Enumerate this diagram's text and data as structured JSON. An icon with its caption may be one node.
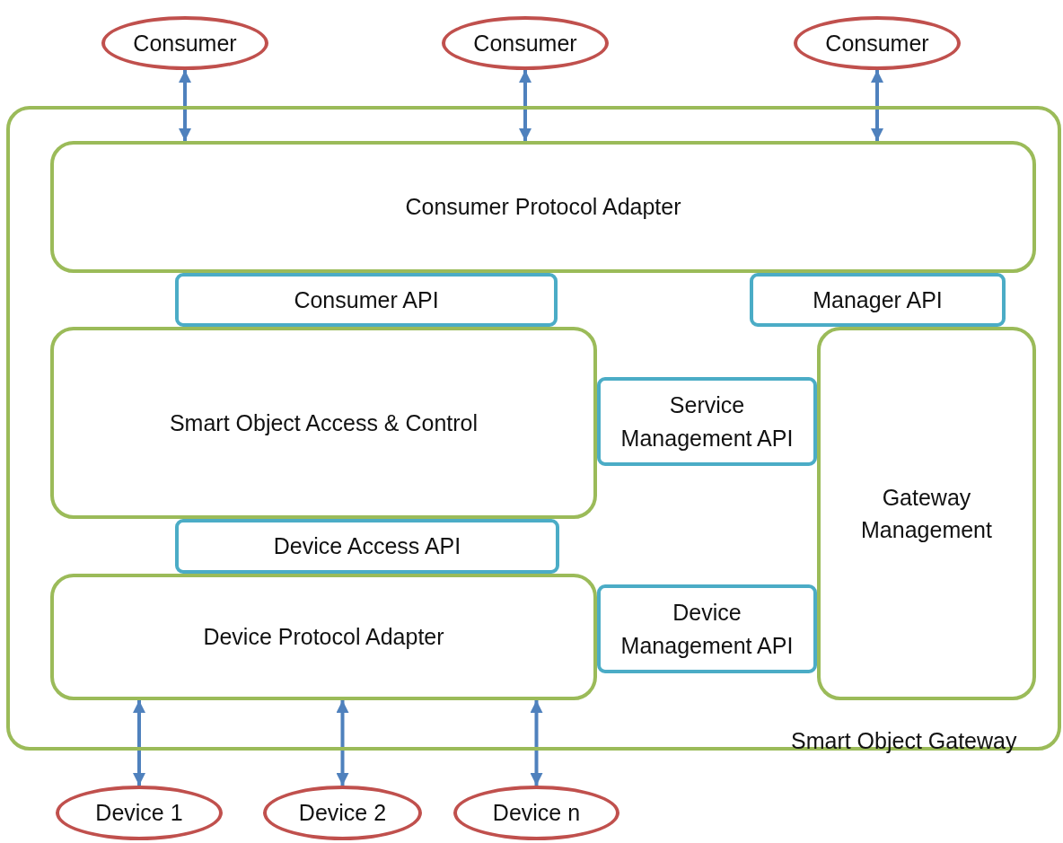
{
  "diagram": {
    "nodes": [
      {
        "text": [
          "Consumer"
        ]
      },
      {
        "text": [
          "Consumer"
        ]
      },
      {
        "text": [
          "Consumer"
        ]
      },
      {
        "text": [
          "Smart Object Gateway"
        ]
      },
      {
        "text": [
          "Consumer Protocol Adapter"
        ],
        "in": 3
      },
      {
        "text": [
          "Consumer API"
        ],
        "in": 3
      },
      {
        "text": [
          "Manager API"
        ],
        "in": 3
      },
      {
        "text": [
          "Smart Object Access & Control"
        ],
        "in": 3
      },
      {
        "text": [
          "Service Management API"
        ],
        "in": 3
      },
      {
        "text": [
          "Gateway Management"
        ],
        "in": 3
      },
      {
        "text": [
          "Device Access API"
        ],
        "in": 3
      },
      {
        "text": [
          "Device Protocol Adapter"
        ],
        "in": 3
      },
      {
        "text": [
          "Device Management API"
        ],
        "in": 3
      },
      {
        "text": [
          "Device 1"
        ]
      },
      {
        "text": [
          "Device 2"
        ]
      },
      {
        "text": [
          "Device n"
        ]
      }
    ],
    "edges": [
      {
        "from": 0,
        "to": 4,
        "arrow": "both"
      },
      {
        "from": 1,
        "to": 4,
        "arrow": "both"
      },
      {
        "from": 2,
        "to": 4,
        "arrow": "both"
      },
      {
        "from": 11,
        "to": 13,
        "arrow": "both"
      },
      {
        "from": 11,
        "to": 14,
        "arrow": "both"
      },
      {
        "from": 11,
        "to": 15,
        "arrow": "both"
      }
    ]
  }
}
